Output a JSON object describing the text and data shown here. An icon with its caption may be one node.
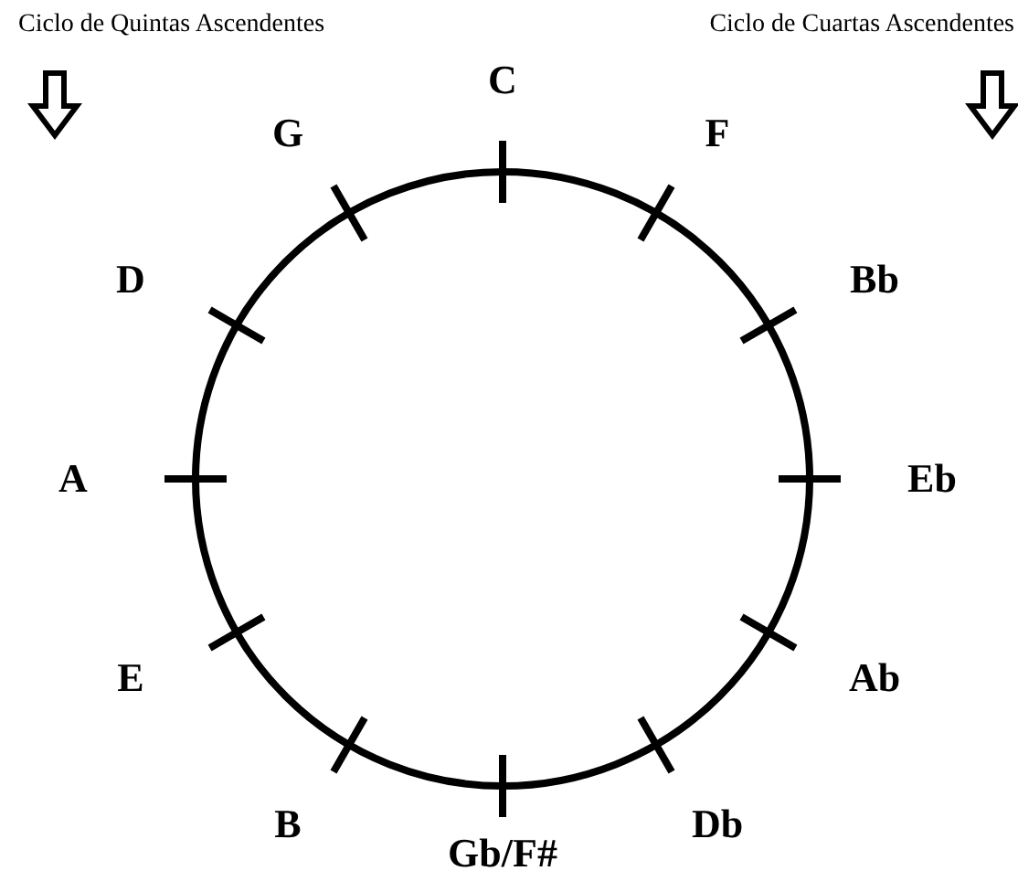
{
  "diagram": {
    "labels": [
      "Ciclo de Quintas Ascendentes",
      "Ciclo de Cuartas Ascendentes",
      "C",
      "F",
      "Bb",
      "Eb",
      "Ab",
      "Db",
      "Gb/F#",
      "B",
      "E",
      "A",
      "D",
      "G"
    ]
  }
}
